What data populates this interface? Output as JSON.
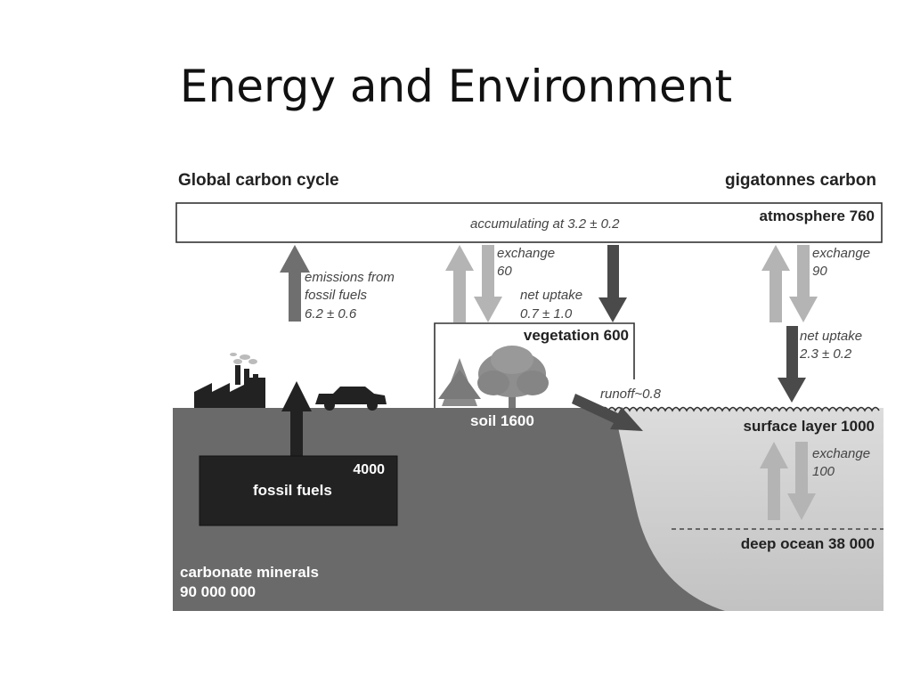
{
  "slide": {
    "title": "Energy and Environment"
  },
  "diagram": {
    "title": "Global carbon cycle",
    "units": "gigatonnes carbon",
    "atmosphere": {
      "label": "atmosphere 760",
      "accumulating": "accumulating at 3.2 ± 0.2"
    },
    "emissions": {
      "line1": "emissions from",
      "line2": "fossil fuels",
      "line3": "6.2 ± 0.6"
    },
    "land_exchange": {
      "line1": "exchange",
      "line2": "60"
    },
    "land_uptake": {
      "line1": "net uptake",
      "line2": "0.7 ± 1.0"
    },
    "vegetation": {
      "label": "vegetation 600"
    },
    "ocean_exchange": {
      "line1": "exchange",
      "line2": "90"
    },
    "ocean_uptake": {
      "line1": "net uptake",
      "line2": "2.3 ± 0.2"
    },
    "runoff": {
      "label": "runoff~0.8"
    },
    "soil": {
      "label": "soil 1600"
    },
    "surface_layer": {
      "label": "surface layer 1000"
    },
    "deep_exchange": {
      "line1": "exchange",
      "line2": "100"
    },
    "fossil_fuels": {
      "amount": "4000",
      "label": "fossil fuels"
    },
    "deep_ocean": {
      "label": "deep ocean 38 000"
    },
    "carbonate": {
      "line1": "carbonate minerals",
      "line2": "90 000 000"
    }
  }
}
